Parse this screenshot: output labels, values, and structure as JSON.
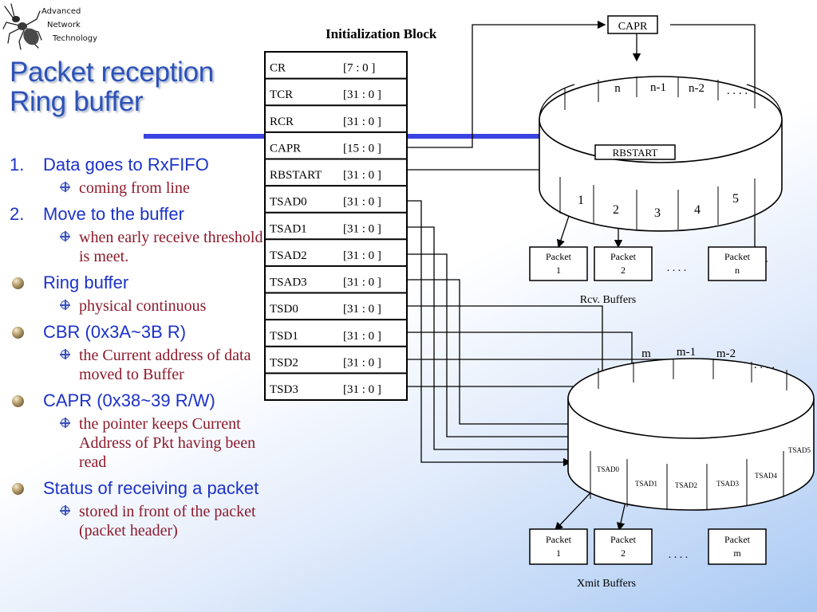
{
  "logo": {
    "lines": [
      "Advanced",
      "Network",
      "Technology"
    ],
    "icon": "ant-icon"
  },
  "title": {
    "line1": "Packet reception",
    "line2": "Ring buffer"
  },
  "bullets": [
    {
      "marker": "1.",
      "text": "Data goes to RxFIFO",
      "sub": [
        "coming from line"
      ]
    },
    {
      "marker": "2.",
      "text": "Move to the buffer",
      "sub": [
        "when early receive threshold is meet."
      ]
    },
    {
      "marker": "",
      "text": "Ring buffer",
      "sub": [
        "physical continuous"
      ]
    },
    {
      "marker": "",
      "text": "CBR (0x3A~3B R)",
      "sub": [
        "the Current address of data moved to Buffer"
      ]
    },
    {
      "marker": "",
      "text": "CAPR (0x38~39 R/W)",
      "sub": [
        "the pointer keeps Current Address of Pkt having been read"
      ]
    },
    {
      "marker": "",
      "text": "Status of receiving a packet",
      "sub": [
        "stored in front of the packet (packet header)"
      ]
    }
  ],
  "diagram": {
    "init_block_title": "Initialization Block",
    "registers": [
      {
        "name": "CR",
        "bits": "[7 : 0 ]"
      },
      {
        "name": "TCR",
        "bits": "[31 : 0 ]"
      },
      {
        "name": "RCR",
        "bits": "[31 : 0 ]"
      },
      {
        "name": "CAPR",
        "bits": "[15 : 0 ]"
      },
      {
        "name": "RBSTART",
        "bits": "[31 : 0 ]"
      },
      {
        "name": "TSAD0",
        "bits": "[31 : 0 ]"
      },
      {
        "name": "TSAD1",
        "bits": "[31 : 0 ]"
      },
      {
        "name": "TSAD2",
        "bits": "[31 : 0 ]"
      },
      {
        "name": "TSAD3",
        "bits": "[31 : 0 ]"
      },
      {
        "name": "TSD0",
        "bits": "[31 : 0 ]"
      },
      {
        "name": "TSD1",
        "bits": "[31 : 0 ]"
      },
      {
        "name": "TSD2",
        "bits": "[31 : 0 ]"
      },
      {
        "name": "TSD3",
        "bits": "[31 : 0 ]"
      }
    ],
    "capr_label": "CAPR",
    "rbstart_label": "RBSTART",
    "rx_top_cells": [
      "n",
      "n-1",
      "n-2",
      ". . . ."
    ],
    "rx_bottom_cells": [
      "1",
      "2",
      "3",
      "4",
      "5"
    ],
    "rx_packets": [
      {
        "line1": "Packet",
        "line2": "1"
      },
      {
        "line1": "Packet",
        "line2": "2"
      },
      {
        "line1": "Packet",
        "line2": "n"
      }
    ],
    "rx_dots": ". . . .",
    "rx_caption": "Rcv. Buffers",
    "tx_top_cells": [
      "m",
      "m-1",
      "m-2",
      ". . . ."
    ],
    "tx_bottom_cells": [
      "TSAD0",
      "TSAD1",
      "TSAD2",
      "TSAD3",
      "TSAD4",
      "TSAD5"
    ],
    "tx_packets": [
      {
        "line1": "Packet",
        "line2": "1"
      },
      {
        "line1": "Packet",
        "line2": "2"
      },
      {
        "line1": "Packet",
        "line2": "m"
      }
    ],
    "tx_dots": ". . . .",
    "tx_caption": "Xmit Buffers"
  }
}
